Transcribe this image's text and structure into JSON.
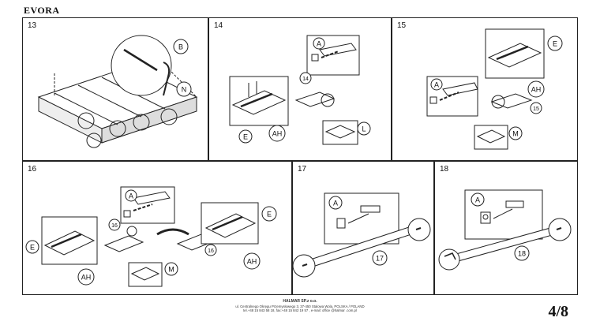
{
  "document": {
    "title": "EVORA",
    "page_number": "4/8"
  },
  "steps": [
    {
      "number": "13",
      "callouts": [
        "B",
        "N"
      ]
    },
    {
      "number": "14",
      "callouts": [
        "A",
        "14",
        "E",
        "AH",
        "L"
      ]
    },
    {
      "number": "15",
      "callouts": [
        "E",
        "A",
        "AH",
        "15",
        "M"
      ]
    },
    {
      "number": "16",
      "callouts": [
        "A",
        "16",
        "E",
        "AH",
        "M",
        "16",
        "E",
        "AH"
      ]
    },
    {
      "number": "17",
      "callouts": [
        "A",
        "17"
      ]
    },
    {
      "number": "18",
      "callouts": [
        "A",
        "18"
      ]
    }
  ],
  "footer": {
    "company": "HALMAR SP.z o.o.",
    "address": "ul. Centralnego Okręgu Przemysłowego 3, 37-450 Stalowa Wola, POLSKA / POLAND",
    "contact": "tel.+48 15 843 58 18, fax:+48 15 842 19 57 , e-mail: office @halmar .com.pl"
  }
}
